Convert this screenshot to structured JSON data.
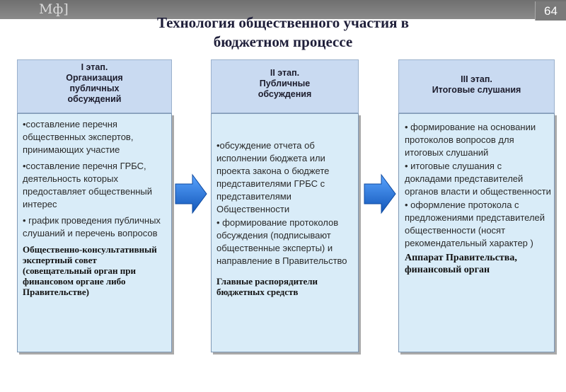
{
  "header": {
    "logo": "Мф]",
    "slide_number": "64"
  },
  "title": {
    "line1": "Технология общественного участия в",
    "line2": "бюджетном процессе"
  },
  "colors": {
    "header_fill": "#c9daf1",
    "body_fill": "#d9ecf8",
    "arrow_fill": "#1f6fd0"
  },
  "stages": [
    {
      "head": [
        "I этап.",
        "Организация",
        "публичных",
        "обсуждений"
      ],
      "items": [
        "•составление перечня общественных экспертов, принимающих участие",
        "•составление перечня ГРБС, деятельность которых предоставляет общественный интерес",
        "• график проведения публичных слушаний и перечень вопросов"
      ],
      "note": "Общественно-консультативный экспертный совет (совещательный орган при финансовом органе либо Правительстве)"
    },
    {
      "head": [
        "II этап.",
        "Публичные",
        "обсуждения"
      ],
      "items": [
        "•обсуждение отчета об исполнении бюджета или проекта закона о бюджете представителями ГРБС с представителями Общественности",
        "• формирование протоколов обсуждения (подписывают общественные эксперты) и направление в Правительство"
      ],
      "note": "Главные распорядители бюджетных средств"
    },
    {
      "head": [
        "III этап.",
        "Итоговые слушания"
      ],
      "items": [
        "• формирование на основании протоколов вопросов для итоговых слушаний",
        "• итоговые слушания с докладами представителей органов власти и общественности",
        "• оформление протокола с предложениями представителей общественности (носят рекомендательный характер )"
      ],
      "note": "Аппарат Правительства, финансовый орган"
    }
  ]
}
